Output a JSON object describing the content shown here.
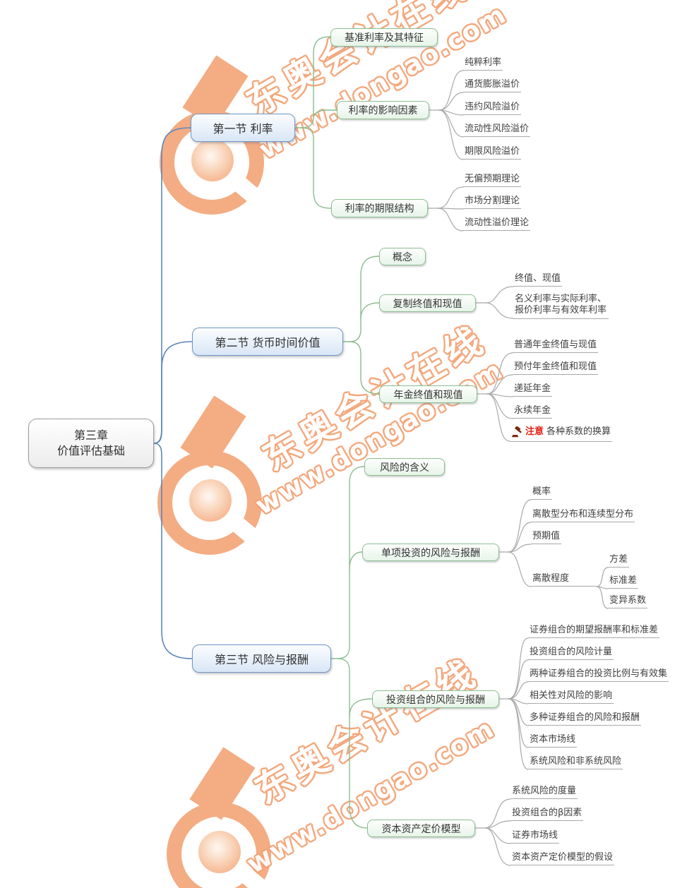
{
  "watermark": {
    "brand": "东奥会计在线",
    "url": "www.dongao.com"
  },
  "root": {
    "line1": "第三章",
    "line2": "价值评估基础"
  },
  "sections": [
    {
      "label": "第一节 利率",
      "topics": [
        {
          "label": "基准利率及其特征",
          "leaves": []
        },
        {
          "label": "利率的影响因素",
          "leaves": [
            "纯粹利率",
            "通货膨胀溢价",
            "违约风险溢价",
            "流动性风险溢价",
            "期限风险溢价"
          ]
        },
        {
          "label": "利率的期限结构",
          "leaves": [
            "无偏预期理论",
            "市场分割理论",
            "流动性溢价理论"
          ]
        }
      ]
    },
    {
      "label": "第二节 货币时间价值",
      "topics": [
        {
          "label": "概念",
          "leaves": []
        },
        {
          "label": "复制终值和现值",
          "leaves": [
            "终值、现值",
            "名义利率与实际利率、报价利率与有效年利率"
          ]
        },
        {
          "label": "年金终值和现值",
          "leaves": [
            "普通年金终值与现值",
            "预付年金终值和现值",
            "递延年金",
            "永续年金"
          ],
          "note": {
            "icon": "gavel-icon",
            "highlight": "注意",
            "text": "各种系数的换算"
          }
        }
      ]
    },
    {
      "label": "第三节 风险与报酬",
      "topics": [
        {
          "label": "风险的含义",
          "leaves": []
        },
        {
          "label": "单项投资的风险与报酬",
          "leaves": [
            "概率",
            "离散型分布和连续型分布",
            "预期值",
            "离散程度"
          ],
          "subleaves": [
            "方差",
            "标准差",
            "变异系数"
          ]
        },
        {
          "label": "投资组合的风险与报酬",
          "leaves": [
            "证券组合的期望报酬率和标准差",
            "投资组合的风险计量",
            "两种证券组合的投资比例与有效集",
            "相关性对风险的影响",
            "多种证券组合的风险和报酬",
            "资本市场线",
            "系统风险和非系统风险"
          ]
        },
        {
          "label": "资本资产定价模型",
          "leaves": [
            "系统风险的度量",
            "投资组合的β因素",
            "证券市场线",
            "资本资产定价模型的假设"
          ]
        }
      ]
    }
  ],
  "colors": {
    "section_border": "#6e96c8",
    "topic_border": "#8cbe90",
    "connector_blue": "#5c87bd",
    "connector_green": "#8abc8d",
    "connector_gray": "#a9a9a9",
    "watermark_orange": "#f3a173",
    "note_red": "#e32119"
  }
}
